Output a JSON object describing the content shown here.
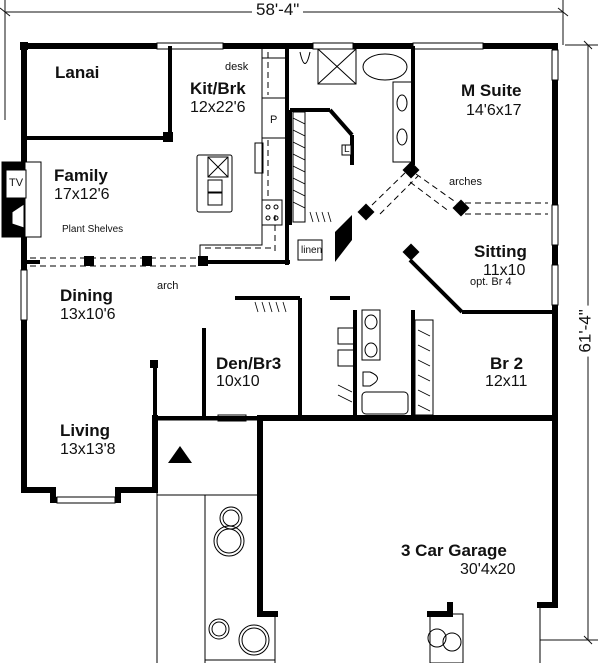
{
  "dimensions": {
    "width": "58'-4\"",
    "depth": "61'-4\""
  },
  "rooms": {
    "lanai": {
      "name": "Lanai"
    },
    "kitchen": {
      "name": "Kit/Brk",
      "size": "12x22'6"
    },
    "family": {
      "name": "Family",
      "size": "17x12'6"
    },
    "master": {
      "name": "M Suite",
      "size": "14'6x17"
    },
    "sitting": {
      "name": "Sitting",
      "size": "11x10",
      "note": "opt. Br 4"
    },
    "dining": {
      "name": "Dining",
      "size": "13x10'6"
    },
    "den": {
      "name": "Den/Br3",
      "size": "10x10"
    },
    "br2": {
      "name": "Br 2",
      "size": "12x11"
    },
    "living": {
      "name": "Living",
      "size": "13x13'8"
    },
    "garage": {
      "name": "3 Car Garage",
      "size": "30'4x20"
    }
  },
  "annotations": {
    "desk": "desk",
    "pantry": "P",
    "tv": "TV",
    "plant_shelves": "Plant Shelves",
    "arch": "arch",
    "arches": "arches",
    "linen": "linen",
    "laundry": "L"
  }
}
